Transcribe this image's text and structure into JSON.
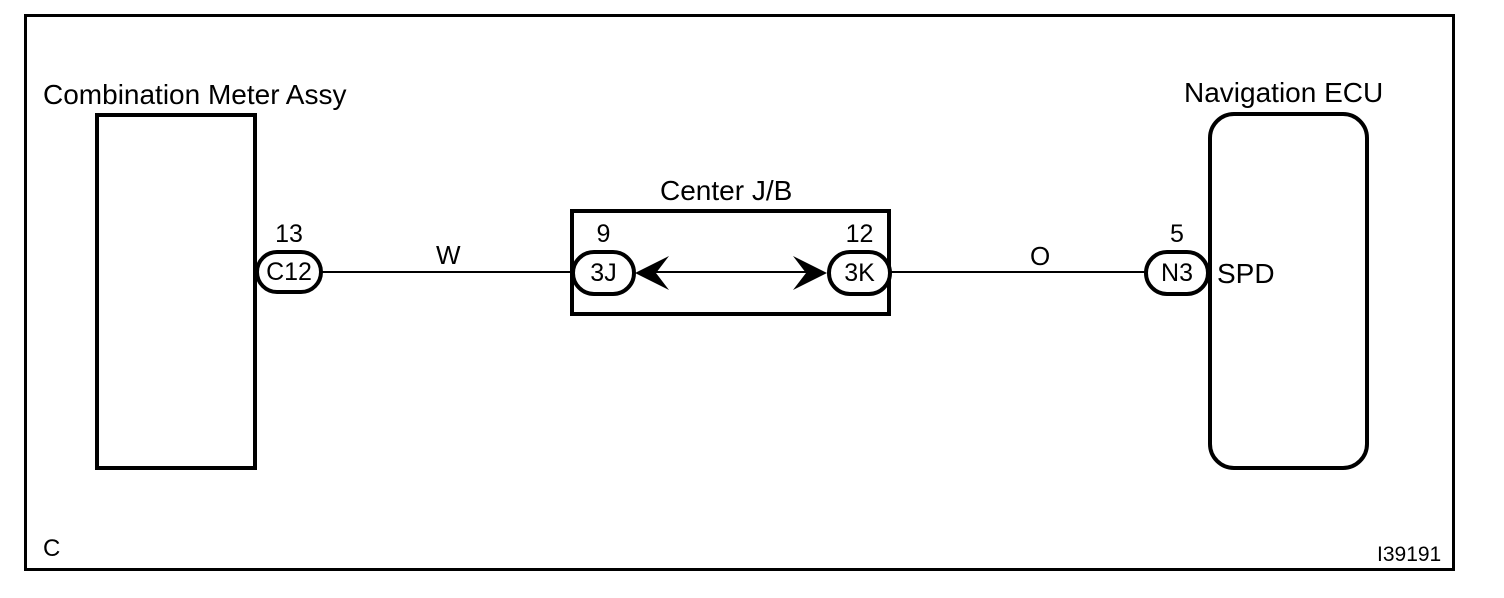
{
  "colors": {
    "ink": "#000000",
    "background": "#ffffff"
  },
  "diagram": {
    "left_component": {
      "title": "Combination Meter Assy",
      "connector": {
        "pin": "13",
        "code": "C12"
      }
    },
    "wire_left": {
      "label": "W"
    },
    "junction_box": {
      "title": "Center J/B",
      "left_connector": {
        "pin": "9",
        "code": "3J"
      },
      "right_connector": {
        "pin": "12",
        "code": "3K"
      }
    },
    "wire_right": {
      "label": "O"
    },
    "right_component": {
      "title": "Navigation ECU",
      "connector": {
        "pin": "5",
        "code": "N3"
      },
      "terminal_label": "SPD"
    },
    "corner_label": "C",
    "figure_id": "I39191"
  }
}
